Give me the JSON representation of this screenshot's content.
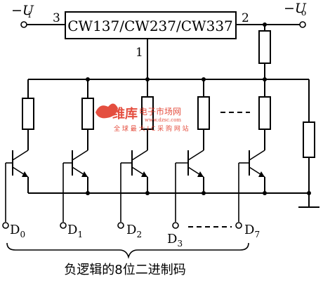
{
  "input_label": "−U",
  "input_sub": "i",
  "output_label": "−U",
  "output_sub": "o",
  "chip_label": "CW137/CW237/CW337",
  "pin_in": "3",
  "pin_out": "2",
  "pin_adj": "1",
  "inputs": [
    {
      "letter": "D",
      "sub": "0"
    },
    {
      "letter": "D",
      "sub": "1"
    },
    {
      "letter": "D",
      "sub": "2"
    },
    {
      "letter": "D",
      "sub": "3"
    },
    {
      "letter": "D",
      "sub": "7"
    }
  ],
  "caption": "负逻辑的8位二进制码",
  "watermark": {
    "brand": "维库",
    "title": "电子市场网",
    "url": "www.dzsc.com",
    "tagline": "全 球 最 大 I C 采 购 网 站"
  },
  "colors": {
    "watermark": "#e0301e",
    "line": "#000000"
  }
}
